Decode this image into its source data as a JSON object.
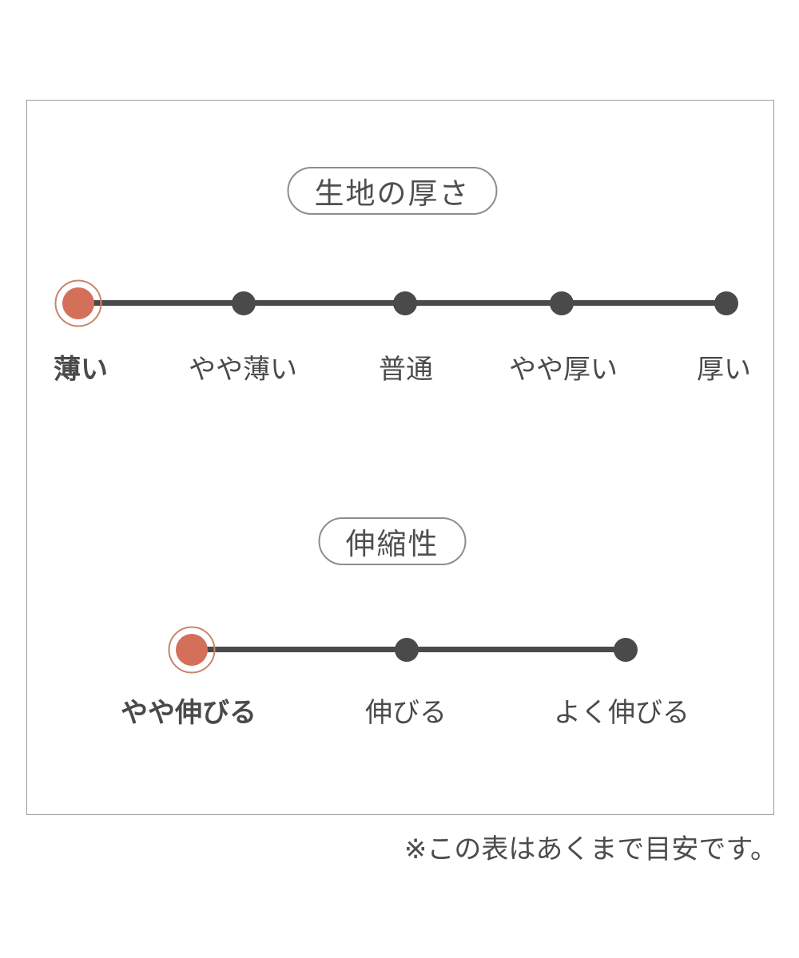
{
  "colors": {
    "accent": "#d4705a",
    "accent_ring": "#c9846b",
    "line": "#4a4a4a",
    "text": "#4a4a4a",
    "box_border": "#9b9b9b",
    "pill_border": "#8d8d8d",
    "background": "#ffffff"
  },
  "footnote": "※この表はあくまで目安です。",
  "chart_data": [
    {
      "type": "rating-scale",
      "title": "生地の厚さ",
      "categories": [
        "薄い",
        "やや薄い",
        "普通",
        "やや厚い",
        "厚い"
      ],
      "selected": "薄い",
      "selected_index": 0,
      "marker_color": "#d4705a",
      "dot_color": "#4a4a4a"
    },
    {
      "type": "rating-scale",
      "title": "伸縮性",
      "categories": [
        "やや伸びる",
        "伸びる",
        "よく伸びる"
      ],
      "selected": "やや伸びる",
      "selected_index": 0,
      "marker_color": "#d4705a",
      "dot_color": "#4a4a4a"
    }
  ]
}
